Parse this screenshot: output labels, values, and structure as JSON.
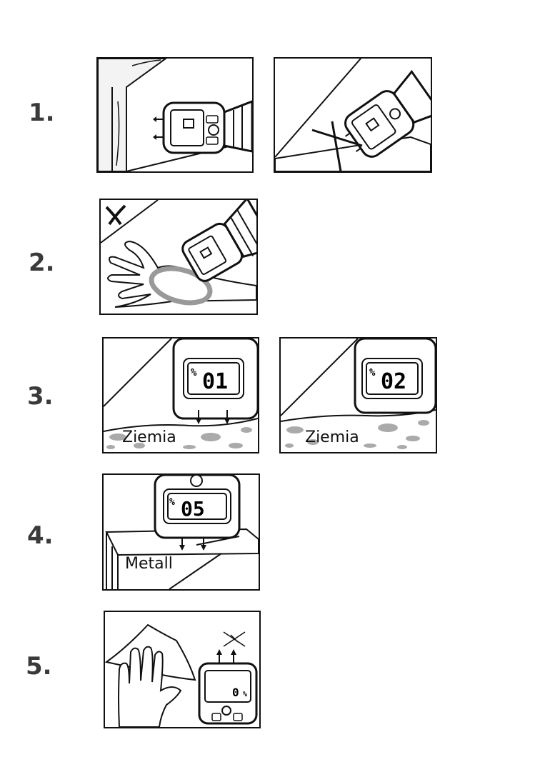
{
  "steps": [
    {
      "number": "1."
    },
    {
      "number": "2."
    },
    {
      "number": "3."
    },
    {
      "number": "4."
    },
    {
      "number": "5."
    }
  ],
  "panels": {
    "step3_left": {
      "label": "Ziemia",
      "reading": "01",
      "unit": "%"
    },
    "step3_right": {
      "label": "Ziemia",
      "reading": "02",
      "unit": "%"
    },
    "step4": {
      "label": "Metall",
      "reading": "05",
      "unit": "%"
    },
    "step5": {
      "reading": "0",
      "unit": "%"
    }
  }
}
